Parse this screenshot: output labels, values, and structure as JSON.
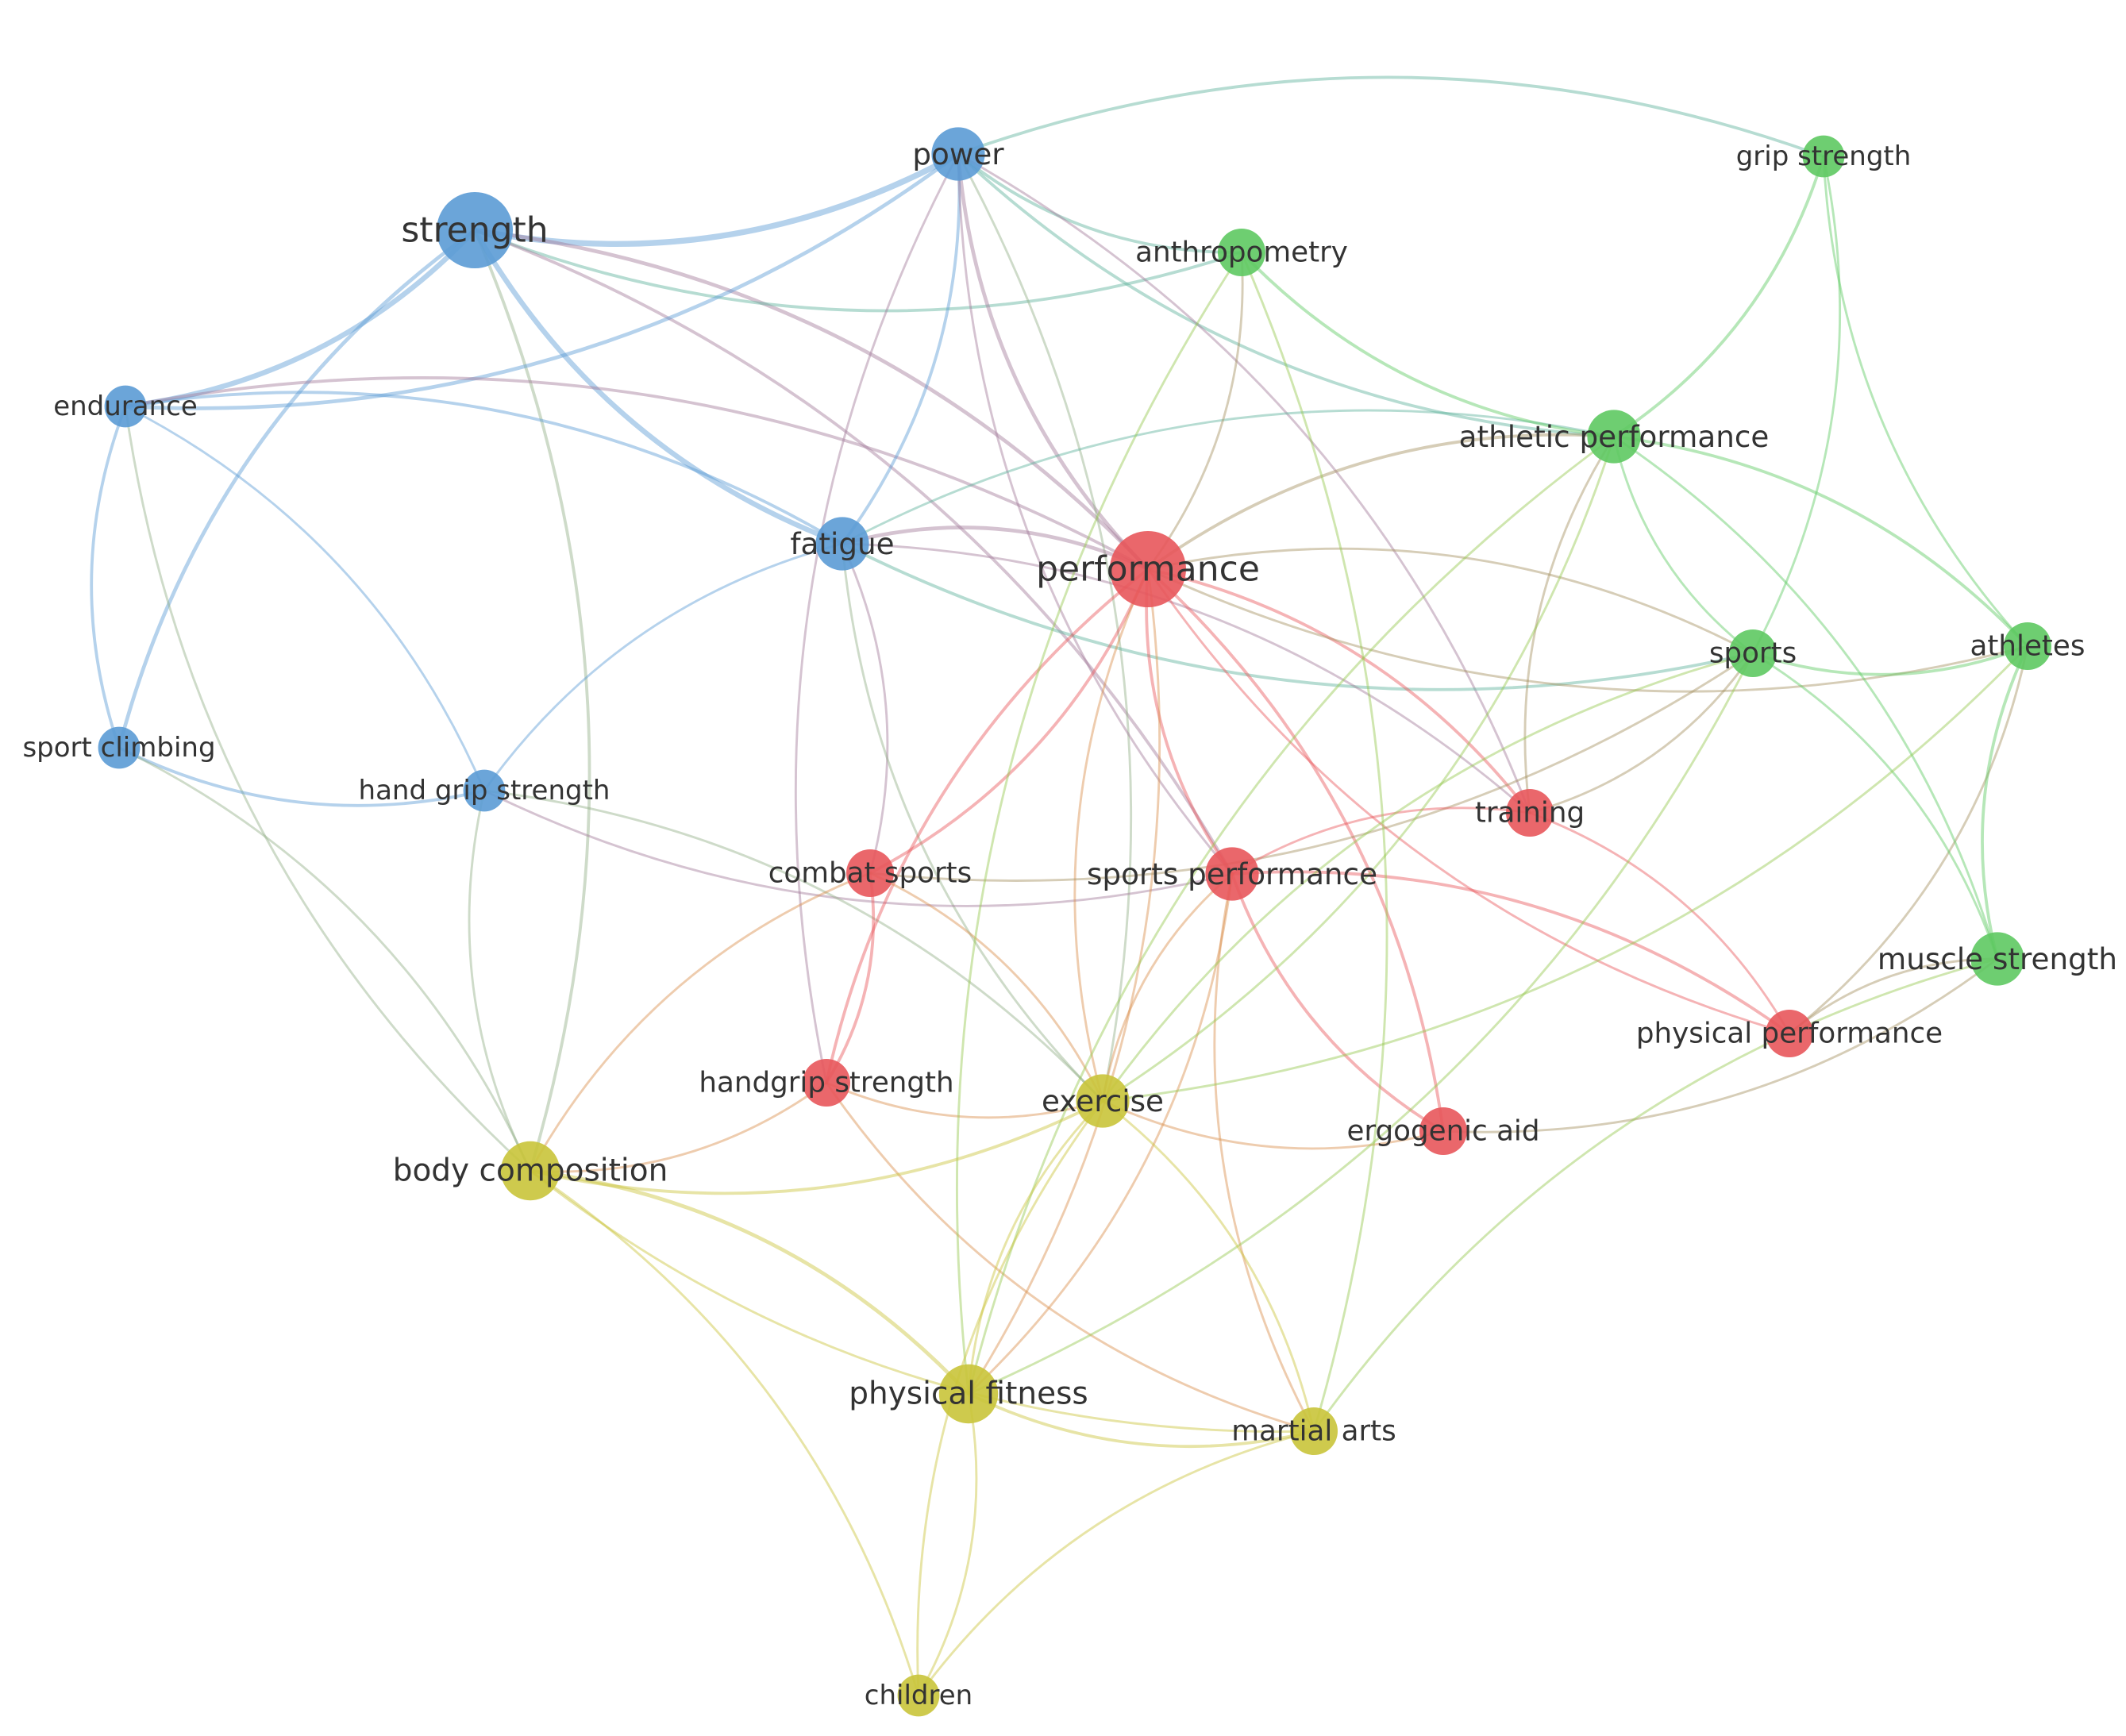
{
  "colors": {
    "cluster_blue": "#5b9bd5",
    "cluster_red": "#e8565b",
    "cluster_green": "#5ec962",
    "cluster_yellow": "#c9c43a",
    "label": "#333333"
  },
  "nodes": [
    {
      "id": "strength",
      "label": "strength",
      "cluster": "blue",
      "weight": 10
    },
    {
      "id": "power",
      "label": "power",
      "cluster": "blue",
      "weight": 6
    },
    {
      "id": "endurance",
      "label": "endurance",
      "cluster": "blue",
      "weight": 4
    },
    {
      "id": "fatigue",
      "label": "fatigue",
      "cluster": "blue",
      "weight": 6
    },
    {
      "id": "sport_climbing",
      "label": "sport climbing",
      "cluster": "blue",
      "weight": 4
    },
    {
      "id": "hand_grip_strength",
      "label": "hand grip strength",
      "cluster": "blue",
      "weight": 4
    },
    {
      "id": "performance",
      "label": "performance",
      "cluster": "red",
      "weight": 10
    },
    {
      "id": "combat_sports",
      "label": "combat sports",
      "cluster": "red",
      "weight": 5
    },
    {
      "id": "sports_performance",
      "label": "sports performance",
      "cluster": "red",
      "weight": 6
    },
    {
      "id": "training",
      "label": "training",
      "cluster": "red",
      "weight": 5
    },
    {
      "id": "handgrip_strength",
      "label": "handgrip strength",
      "cluster": "red",
      "weight": 5
    },
    {
      "id": "ergogenic_aid",
      "label": "ergogenic aid",
      "cluster": "red",
      "weight": 5
    },
    {
      "id": "physical_performance",
      "label": "physical performance",
      "cluster": "red",
      "weight": 5
    },
    {
      "id": "grip_strength",
      "label": "grip strength",
      "cluster": "green",
      "weight": 4
    },
    {
      "id": "anthropometry",
      "label": "anthropometry",
      "cluster": "green",
      "weight": 5
    },
    {
      "id": "athletic_performance",
      "label": "athletic performance",
      "cluster": "green",
      "weight": 6
    },
    {
      "id": "sports",
      "label": "sports",
      "cluster": "green",
      "weight": 5
    },
    {
      "id": "athletes",
      "label": "athletes",
      "cluster": "green",
      "weight": 5
    },
    {
      "id": "muscle_strength",
      "label": "muscle strength",
      "cluster": "green",
      "weight": 6
    },
    {
      "id": "exercise",
      "label": "exercise",
      "cluster": "yellow",
      "weight": 6
    },
    {
      "id": "body_composition",
      "label": "body composition",
      "cluster": "yellow",
      "weight": 7
    },
    {
      "id": "physical_fitness",
      "label": "physical fitness",
      "cluster": "yellow",
      "weight": 7
    },
    {
      "id": "martial_arts",
      "label": "martial arts",
      "cluster": "yellow",
      "weight": 5
    },
    {
      "id": "children",
      "label": "children",
      "cluster": "yellow",
      "weight": 4
    }
  ],
  "edges": [
    {
      "source": "strength",
      "target": "power",
      "weight": 6
    },
    {
      "source": "strength",
      "target": "endurance",
      "weight": 5
    },
    {
      "source": "strength",
      "target": "fatigue",
      "weight": 5
    },
    {
      "source": "strength",
      "target": "performance",
      "weight": 3
    },
    {
      "source": "strength",
      "target": "sport_climbing",
      "weight": 3
    },
    {
      "source": "strength",
      "target": "body_composition",
      "weight": 2
    },
    {
      "source": "strength",
      "target": "anthropometry",
      "weight": 2
    },
    {
      "source": "strength",
      "target": "sports_performance",
      "weight": 2
    },
    {
      "source": "endurance",
      "target": "power",
      "weight": 3
    },
    {
      "source": "endurance",
      "target": "fatigue",
      "weight": 2
    },
    {
      "source": "endurance",
      "target": "sport_climbing",
      "weight": 2
    },
    {
      "source": "endurance",
      "target": "performance",
      "weight": 2
    },
    {
      "source": "endurance",
      "target": "body_composition",
      "weight": 1
    },
    {
      "source": "endurance",
      "target": "hand_grip_strength",
      "weight": 1
    },
    {
      "source": "power",
      "target": "performance",
      "weight": 3
    },
    {
      "source": "power",
      "target": "fatigue",
      "weight": 2
    },
    {
      "source": "power",
      "target": "anthropometry",
      "weight": 2
    },
    {
      "source": "power",
      "target": "grip_strength",
      "weight": 2
    },
    {
      "source": "power",
      "target": "athletic_performance",
      "weight": 2
    },
    {
      "source": "power",
      "target": "training",
      "weight": 1
    },
    {
      "source": "power",
      "target": "handgrip_strength",
      "weight": 1
    },
    {
      "source": "power",
      "target": "exercise",
      "weight": 1
    },
    {
      "source": "power",
      "target": "sports_performance",
      "weight": 1
    },
    {
      "source": "fatigue",
      "target": "performance",
      "weight": 3
    },
    {
      "source": "fatigue",
      "target": "hand_grip_strength",
      "weight": 1
    },
    {
      "source": "fatigue",
      "target": "combat_sports",
      "weight": 1
    },
    {
      "source": "fatigue",
      "target": "sports",
      "weight": 2
    },
    {
      "source": "fatigue",
      "target": "training",
      "weight": 1
    },
    {
      "source": "fatigue",
      "target": "exercise",
      "weight": 1
    },
    {
      "source": "fatigue",
      "target": "athletic_performance",
      "weight": 1
    },
    {
      "source": "sport_climbing",
      "target": "hand_grip_strength",
      "weight": 2
    },
    {
      "source": "sport_climbing",
      "target": "body_composition",
      "weight": 1
    },
    {
      "source": "hand_grip_strength",
      "target": "sports_performance",
      "weight": 1
    },
    {
      "source": "hand_grip_strength",
      "target": "exercise",
      "weight": 1
    },
    {
      "source": "hand_grip_strength",
      "target": "body_composition",
      "weight": 1
    },
    {
      "source": "performance",
      "target": "combat_sports",
      "weight": 2
    },
    {
      "source": "performance",
      "target": "sports_performance",
      "weight": 2
    },
    {
      "source": "performance",
      "target": "training",
      "weight": 2
    },
    {
      "source": "performance",
      "target": "handgrip_strength",
      "weight": 2
    },
    {
      "source": "performance",
      "target": "ergogenic_aid",
      "weight": 2
    },
    {
      "source": "performance",
      "target": "physical_performance",
      "weight": 1
    },
    {
      "source": "performance",
      "target": "athletic_performance",
      "weight": 2
    },
    {
      "source": "performance",
      "target": "athletes",
      "weight": 1
    },
    {
      "source": "performance",
      "target": "sports",
      "weight": 1
    },
    {
      "source": "performance",
      "target": "anthropometry",
      "weight": 1
    },
    {
      "source": "performance",
      "target": "physical_fitness",
      "weight": 1
    },
    {
      "source": "performance",
      "target": "exercise",
      "weight": 1
    },
    {
      "source": "combat_sports",
      "target": "handgrip_strength",
      "weight": 2
    },
    {
      "source": "combat_sports",
      "target": "body_composition",
      "weight": 1
    },
    {
      "source": "combat_sports",
      "target": "exercise",
      "weight": 1
    },
    {
      "source": "combat_sports",
      "target": "sports",
      "weight": 1
    },
    {
      "source": "sports_performance",
      "target": "training",
      "weight": 1
    },
    {
      "source": "sports_performance",
      "target": "ergogenic_aid",
      "weight": 2
    },
    {
      "source": "sports_performance",
      "target": "physical_performance",
      "weight": 2
    },
    {
      "source": "sports_performance",
      "target": "exercise",
      "weight": 1
    },
    {
      "source": "sports_performance",
      "target": "physical_fitness",
      "weight": 1
    },
    {
      "source": "sports_performance",
      "target": "martial_arts",
      "weight": 1
    },
    {
      "source": "training",
      "target": "physical_performance",
      "weight": 1
    },
    {
      "source": "training",
      "target": "sports",
      "weight": 1
    },
    {
      "source": "training",
      "target": "athletic_performance",
      "weight": 1
    },
    {
      "source": "handgrip_strength",
      "target": "exercise",
      "weight": 1
    },
    {
      "source": "handgrip_strength",
      "target": "body_composition",
      "weight": 1
    },
    {
      "source": "handgrip_strength",
      "target": "martial_arts",
      "weight": 1
    },
    {
      "source": "ergogenic_aid",
      "target": "exercise",
      "weight": 1
    },
    {
      "source": "ergogenic_aid",
      "target": "muscle_strength",
      "weight": 1
    },
    {
      "source": "physical_performance",
      "target": "muscle_strength",
      "weight": 1
    },
    {
      "source": "physical_performance",
      "target": "athletes",
      "weight": 1
    },
    {
      "source": "grip_strength",
      "target": "athletic_performance",
      "weight": 2
    },
    {
      "source": "grip_strength",
      "target": "athletes",
      "weight": 1
    },
    {
      "source": "grip_strength",
      "target": "sports",
      "weight": 1
    },
    {
      "source": "anthropometry",
      "target": "athletic_performance",
      "weight": 2
    },
    {
      "source": "anthropometry",
      "target": "martial_arts",
      "weight": 1
    },
    {
      "source": "anthropometry",
      "target": "physical_fitness",
      "weight": 1
    },
    {
      "source": "athletic_performance",
      "target": "athletes",
      "weight": 2
    },
    {
      "source": "athletic_performance",
      "target": "sports",
      "weight": 1
    },
    {
      "source": "athletic_performance",
      "target": "muscle_strength",
      "weight": 1
    },
    {
      "source": "athletic_performance",
      "target": "physical_fitness",
      "weight": 1
    },
    {
      "source": "athletic_performance",
      "target": "exercise",
      "weight": 1
    },
    {
      "source": "sports",
      "target": "athletes",
      "weight": 2
    },
    {
      "source": "sports",
      "target": "muscle_strength",
      "weight": 1
    },
    {
      "source": "sports",
      "target": "exercise",
      "weight": 1
    },
    {
      "source": "sports",
      "target": "physical_fitness",
      "weight": 1
    },
    {
      "source": "athletes",
      "target": "muscle_strength",
      "weight": 2
    },
    {
      "source": "athletes",
      "target": "exercise",
      "weight": 1
    },
    {
      "source": "muscle_strength",
      "target": "martial_arts",
      "weight": 1
    },
    {
      "source": "exercise",
      "target": "body_composition",
      "weight": 2
    },
    {
      "source": "exercise",
      "target": "physical_fitness",
      "weight": 1
    },
    {
      "source": "exercise",
      "target": "martial_arts",
      "weight": 1
    },
    {
      "source": "exercise",
      "target": "children",
      "weight": 1
    },
    {
      "source": "body_composition",
      "target": "physical_fitness",
      "weight": 3
    },
    {
      "source": "body_composition",
      "target": "martial_arts",
      "weight": 1
    },
    {
      "source": "body_composition",
      "target": "children",
      "weight": 1
    },
    {
      "source": "physical_fitness",
      "target": "martial_arts",
      "weight": 2
    },
    {
      "source": "physical_fitness",
      "target": "children",
      "weight": 1
    },
    {
      "source": "martial_arts",
      "target": "children",
      "weight": 1
    }
  ]
}
